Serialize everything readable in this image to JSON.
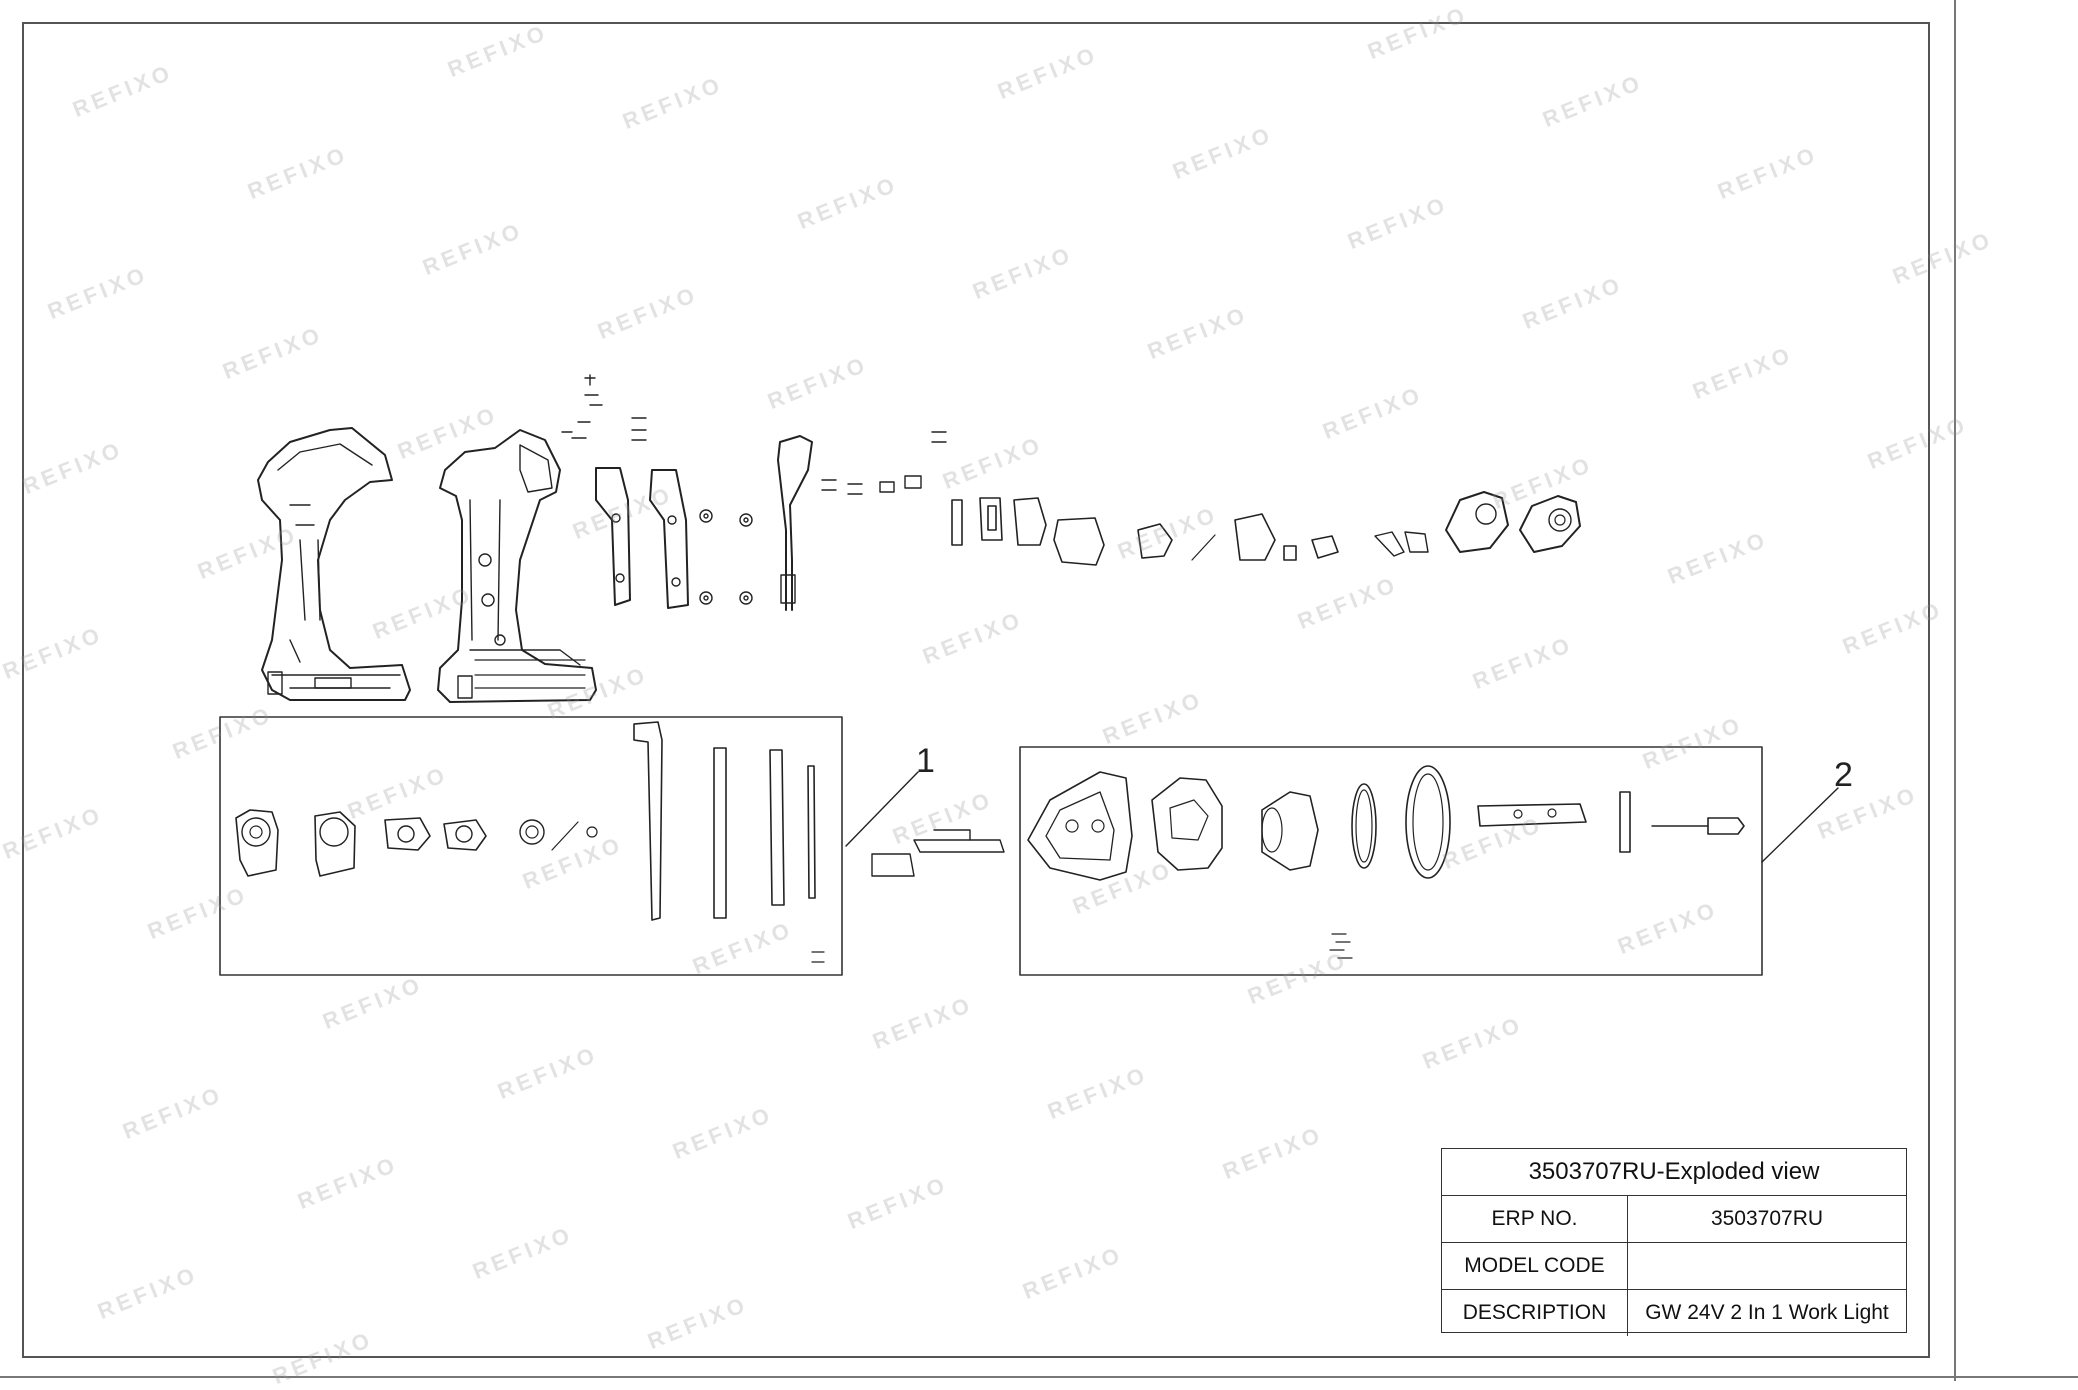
{
  "watermark": "REFIXO",
  "callouts": {
    "group1": "1",
    "group2": "2"
  },
  "title_block": {
    "title": "3503707RU-Exploded view",
    "rows": [
      {
        "label": "ERP NO.",
        "value": "3503707RU"
      },
      {
        "label": "MODEL CODE",
        "value": ""
      },
      {
        "label": "DESCRIPTION",
        "value": "GW 24V 2 In 1 Work Light"
      }
    ]
  }
}
